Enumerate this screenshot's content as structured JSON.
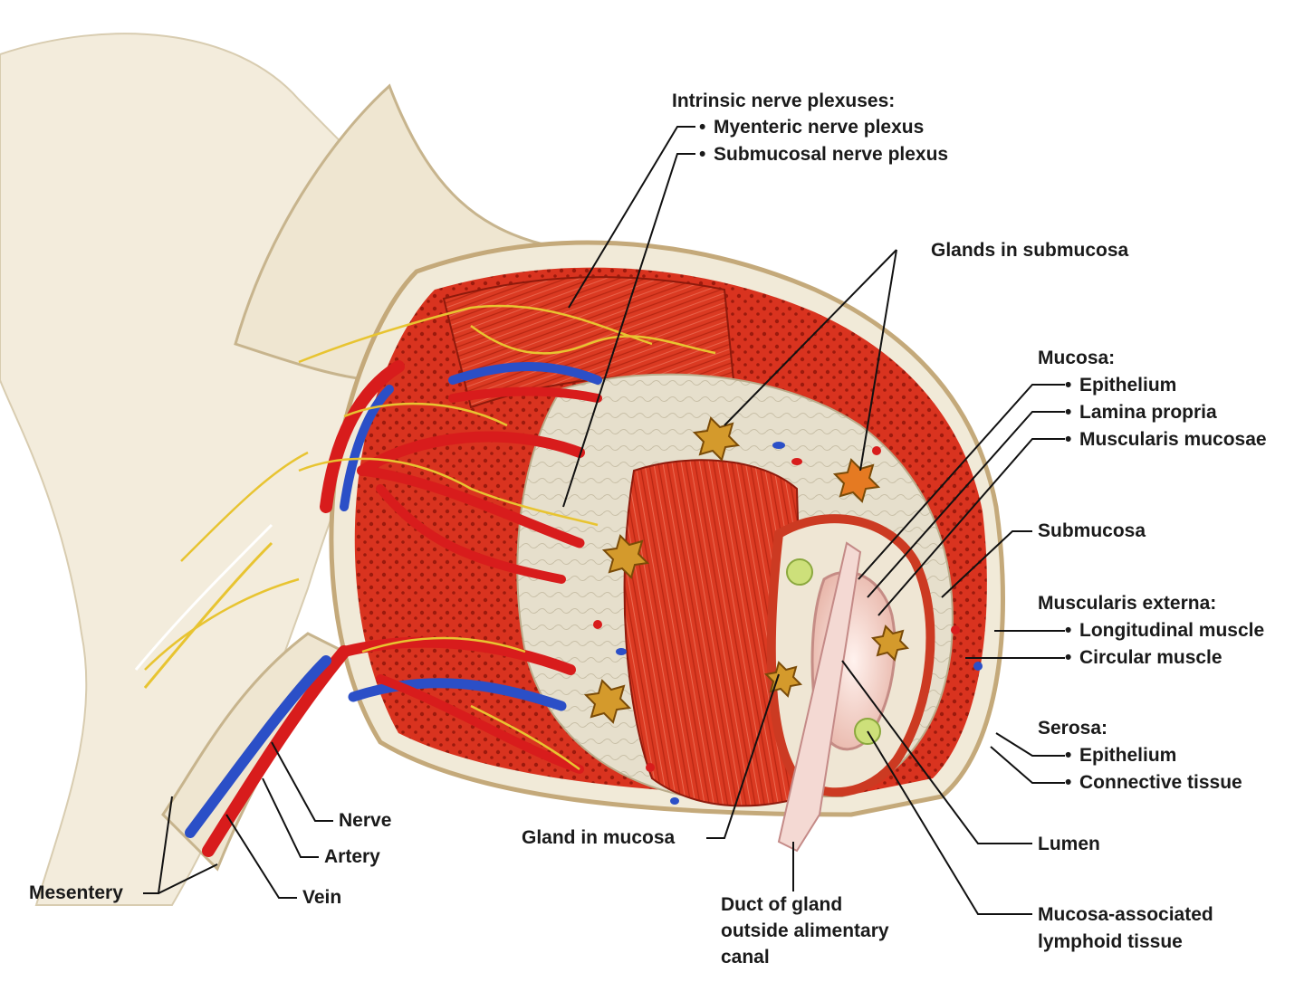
{
  "colors": {
    "muscle": "#d9331f",
    "muscle_dark": "#a81f10",
    "submucosa": "#e9e2d0",
    "serosa": "#f1ead8",
    "artery": "#d81c1c",
    "vein": "#2b4fc7",
    "nerve": "#e8c431",
    "gland": "#c98a1d",
    "lumen": "#f3d6cc",
    "leader": "#111111"
  },
  "labels": {
    "intrinsic": "Intrinsic nerve plexuses:",
    "myenteric": "Myenteric nerve plexus",
    "submucosal_plexus": "Submucosal nerve plexus",
    "glands_submucosa": "Glands in submucosa",
    "mucosa": "Mucosa:",
    "epithelium": "Epithelium",
    "lamina_propria": "Lamina propria",
    "muscularis_mucosae": "Muscularis mucosae",
    "submucosa": "Submucosa",
    "muscularis_externa": "Muscularis externa:",
    "longitudinal": "Longitudinal muscle",
    "circular": "Circular muscle",
    "serosa": "Serosa:",
    "serosa_epithelium": "Epithelium",
    "connective": "Connective tissue",
    "lumen": "Lumen",
    "malt_1": "Mucosa-associated",
    "malt_2": "lymphoid tissue",
    "duct_1": "Duct of gland",
    "duct_2": "outside alimentary",
    "duct_3": "canal",
    "gland_mucosa": "Gland in mucosa",
    "nerve": "Nerve",
    "artery": "Artery",
    "vein": "Vein",
    "mesentery": "Mesentery",
    "bullet": "•"
  }
}
